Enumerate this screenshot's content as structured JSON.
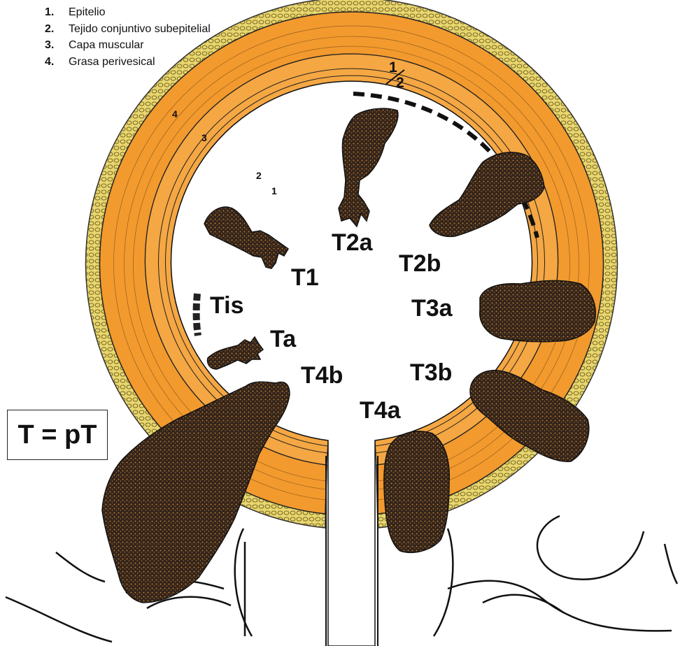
{
  "legend": [
    {
      "number": "1.",
      "text": "Epitelio"
    },
    {
      "number": "2.",
      "text": "Tejido conjuntivo subepitelial"
    },
    {
      "number": "3.",
      "text": "Capa muscular"
    },
    {
      "number": "4.",
      "text": "Grasa perivesical"
    }
  ],
  "layer_labels": {
    "one": "1",
    "two": "2",
    "three": "3",
    "four": "4"
  },
  "fraction": {
    "top": "1",
    "bottom": "2"
  },
  "stages": {
    "tis": "Tis",
    "ta": "Ta",
    "t1": "T1",
    "t2a": "T2a",
    "t2b": "T2b",
    "t3a": "T3a",
    "t3b": "T3b",
    "t4a": "T4a",
    "t4b": "T4b"
  },
  "box_label": "T = pT",
  "colors": {
    "muscle": "#F29A2E",
    "fat": "#E6D36A",
    "tumor": "#3B2A1E",
    "outline": "#1a1a1a"
  }
}
